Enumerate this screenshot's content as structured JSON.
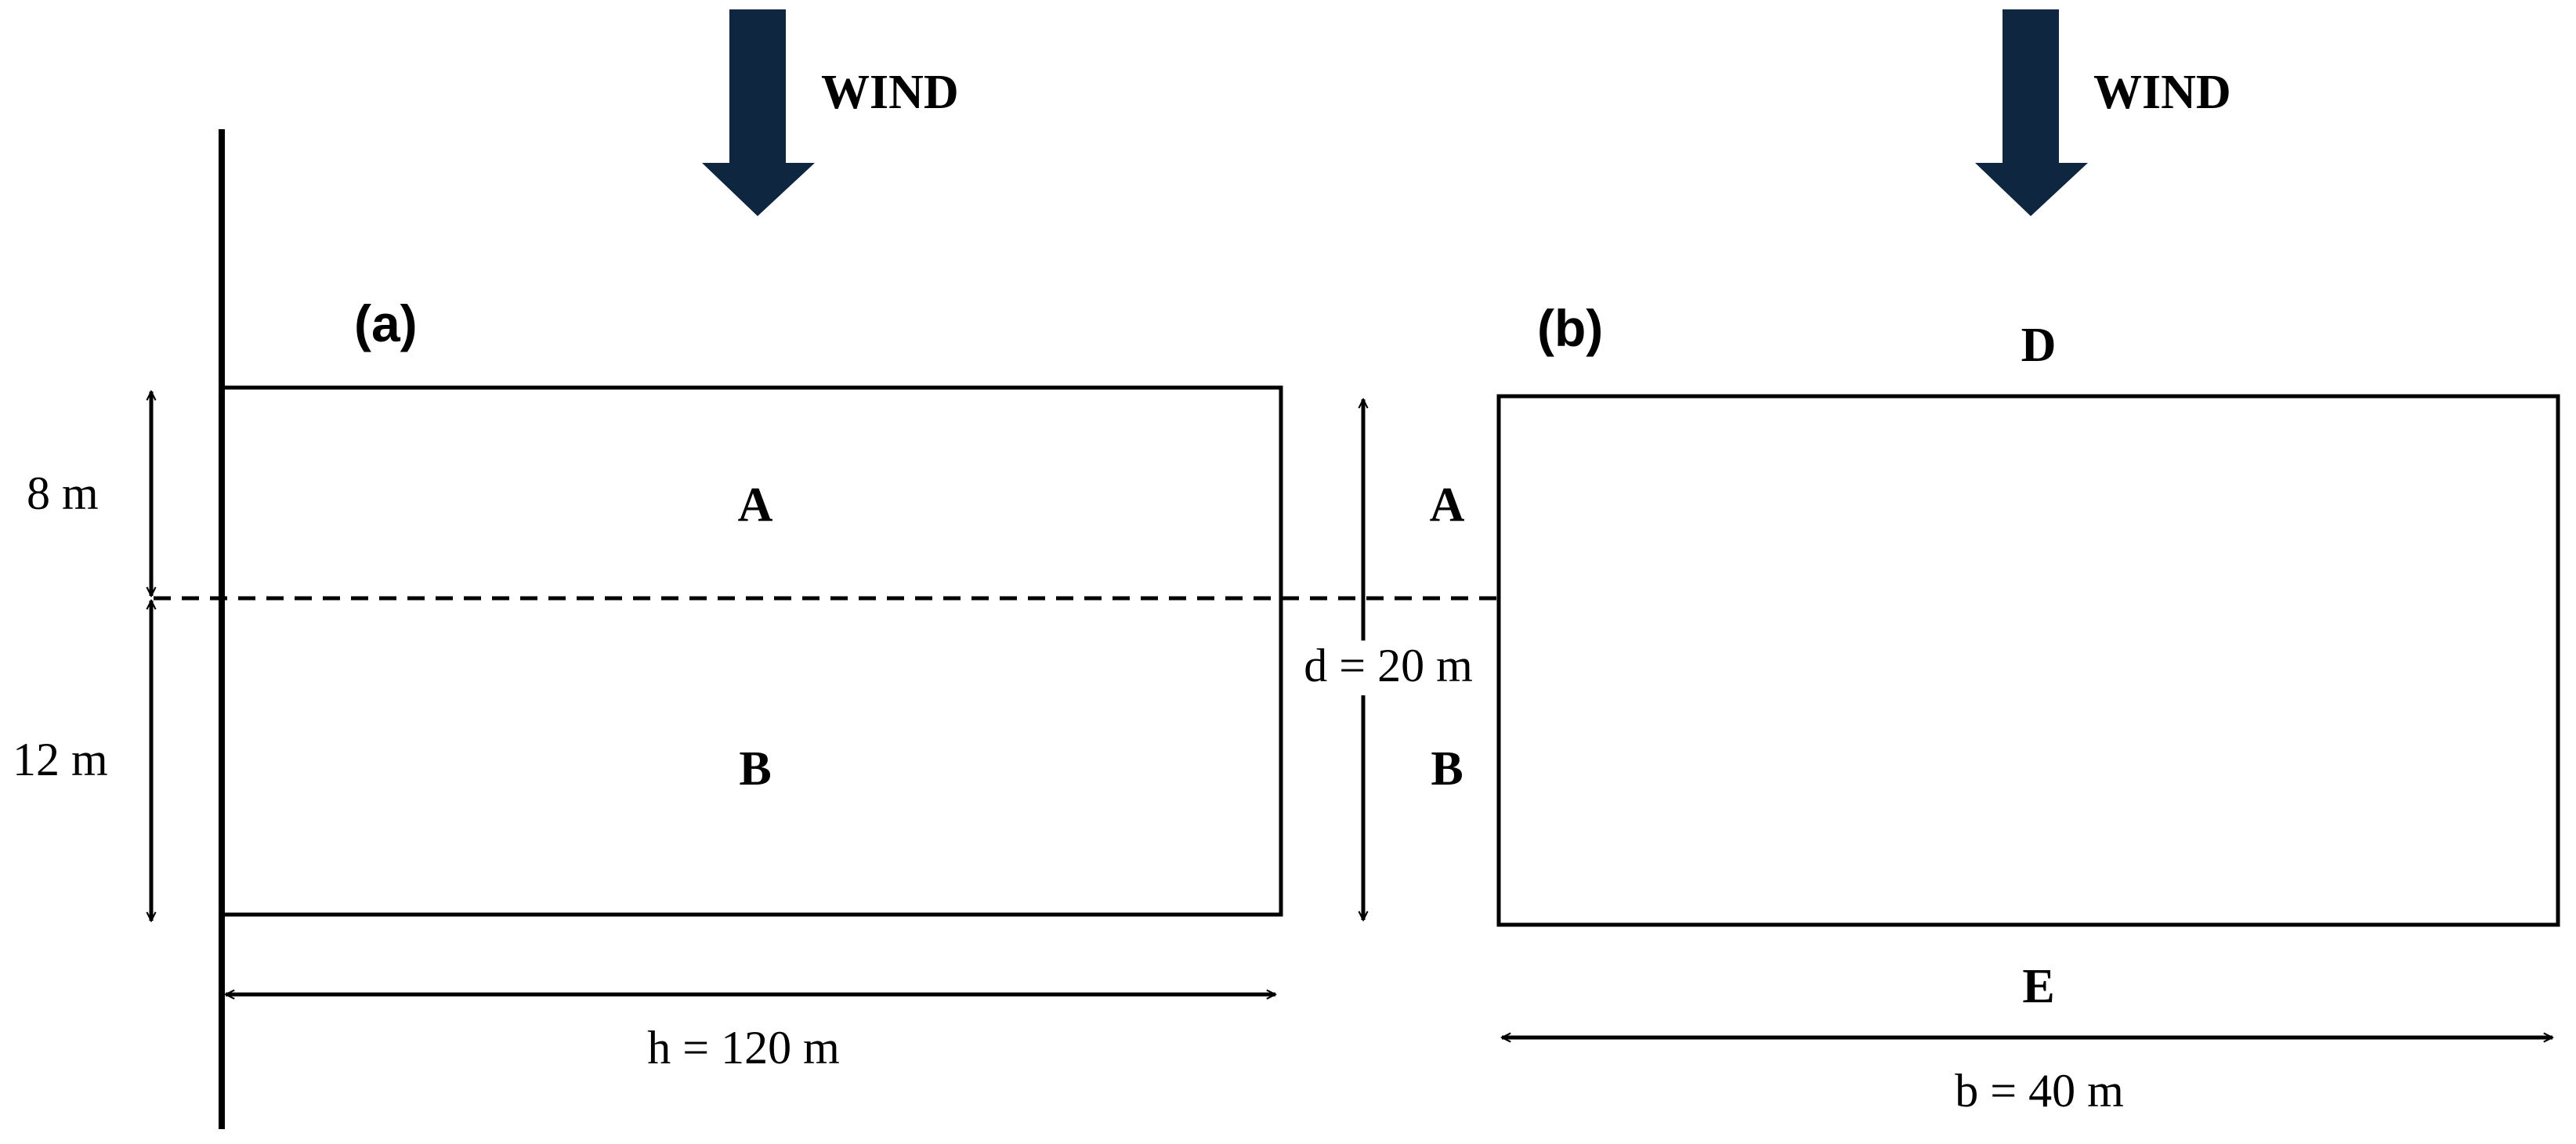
{
  "colors": {
    "arrow": "#0f2640",
    "line": "#000000",
    "background": "#ffffff"
  },
  "panel_a": {
    "tag": "(a)",
    "wind": "WIND",
    "zone_a": "A",
    "zone_b": "B",
    "dim_top": "8 m",
    "dim_bottom": "12 m",
    "dim_width": "h = 120 m"
  },
  "panel_b": {
    "tag": "(b)",
    "wind": "WIND",
    "zone_a": "A",
    "zone_b": "B",
    "zone_d": "D",
    "zone_e": "E",
    "dim_depth": "d = 20 m",
    "dim_width": "b = 40 m"
  }
}
